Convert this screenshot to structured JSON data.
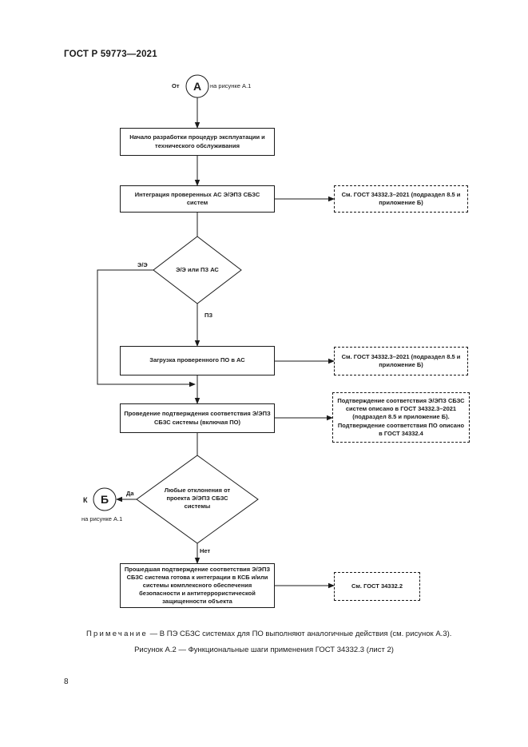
{
  "header": {
    "doc_title": "ГОСТ Р 59773—2021"
  },
  "connectors": {
    "top": {
      "letter": "А",
      "left_text": "От",
      "right_text": "на рисунке А.1"
    },
    "side": {
      "letter": "Б",
      "left_text": "К",
      "below_text": "на рисунке А.1"
    }
  },
  "nodes": {
    "start_box": "Начало разработки процедур эксплуатации и технического обслуживания",
    "integration_box": "Интеграция проверенных АС Э/ЭПЗ СБЗС систем",
    "decision_1": "Э/Э или ПЗ АС",
    "load_box": "Загрузка проверенного ПО в АС",
    "confirm_box": "Проведение подтверждения соответствия Э/ЭПЗ СБЗС системы (включая ПО)",
    "decision_2": "Любые отклонения от проекта Э/ЭПЗ СБЗС системы",
    "final_box": "Прошедшая подтверждение соответствия Э/ЭПЗ СБЗС система готова к интеграции в КСБ и/или системы комплексного обеспечения безопасности и антитеррористической защищенности объекта"
  },
  "side_notes": {
    "note_1": "См. ГОСТ 34332.3–2021 (подраздел 8.5 и приложение Б)",
    "note_2": "См. ГОСТ 34332.3–2021 (подраздел 8.5 и приложение Б)",
    "note_3": "Подтверждение соответствия Э/ЭПЗ СБЗС систем описано в ГОСТ 34332.3–2021 (подраздел 8.5 и приложение Б). Подтверждение соответствия ПО описано в ГОСТ 34332.4",
    "note_4": "См. ГОСТ 34332.2"
  },
  "branch_labels": {
    "ee": "Э/Э",
    "pz": "ПЗ",
    "yes": "Да",
    "no": "Нет"
  },
  "footer": {
    "note_label": "Примечание",
    "note_text": " — В ПЭ СБЗС системах для ПО выполняют аналогичные действия (см. рисунок А.3).",
    "caption": "Рисунок А.2 — Функциональные шаги применения ГОСТ 34332.3 (лист 2)",
    "page_number": "8"
  }
}
